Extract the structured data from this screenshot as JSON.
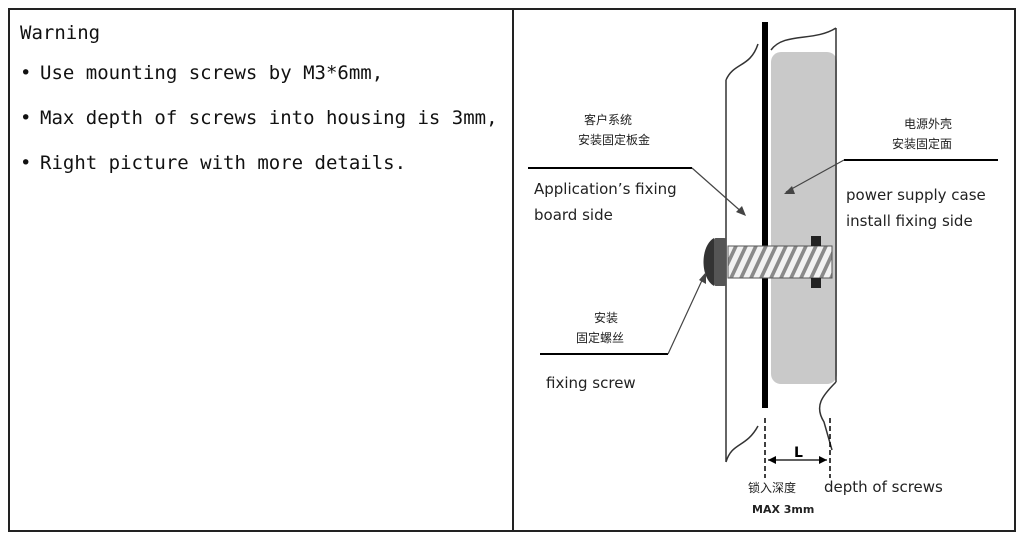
{
  "warning": {
    "title": "Warning",
    "bullet_glyph": "•",
    "items": [
      "Use mounting screws by M3*6mm,",
      "Max depth of screws into housing is 3mm,",
      "Right picture with more details."
    ]
  },
  "diagram": {
    "app_board_cn_1": "客户系统",
    "app_board_cn_2": "安装固定板金",
    "app_board_en_1": "Application’s fixing",
    "app_board_en_2": "board side",
    "psu_case_cn_1": "电源外壳",
    "psu_case_cn_2": "安装固定面",
    "psu_case_en_1": "power supply case",
    "psu_case_en_2": "install fixing side",
    "screw_cn_1": "安装",
    "screw_cn_2": "固定螺丝",
    "screw_en": "fixing screw",
    "depth_letter": "L",
    "depth_cn": "锁入深度",
    "depth_en": "depth of screws",
    "depth_max": "MAX 3mm"
  }
}
